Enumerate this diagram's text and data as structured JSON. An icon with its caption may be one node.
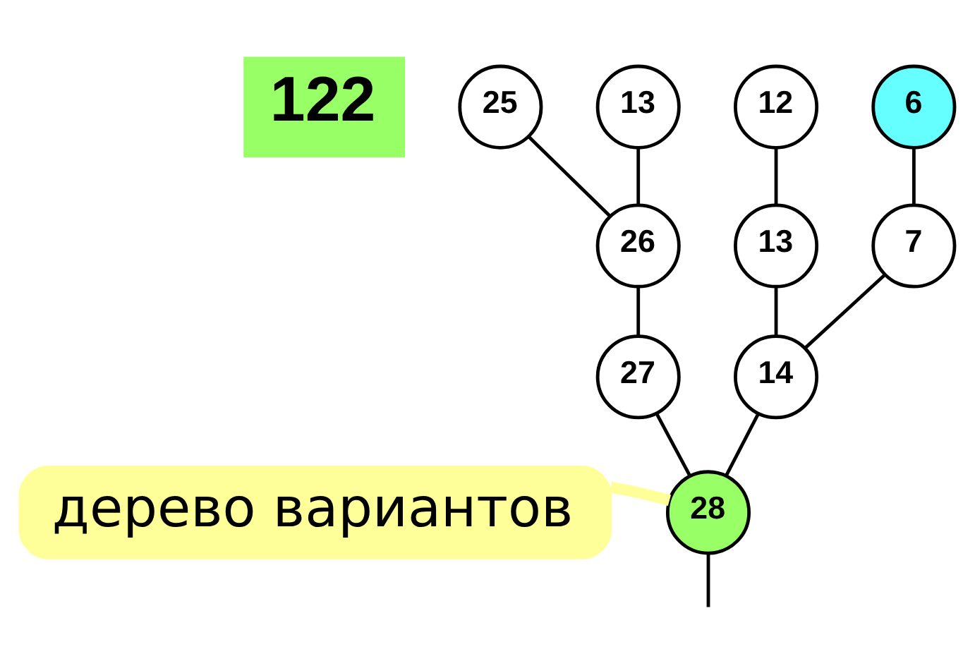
{
  "diagram": {
    "nodes": [
      {
        "text": [
          "122"
        ]
      },
      {
        "text": [
          "25"
        ]
      },
      {
        "text": [
          "13"
        ]
      },
      {
        "text": [
          "12"
        ]
      },
      {
        "text": [
          "6"
        ]
      },
      {
        "text": [
          "26"
        ]
      },
      {
        "text": [
          "13"
        ]
      },
      {
        "text": [
          "7"
        ]
      },
      {
        "text": [
          "27"
        ]
      },
      {
        "text": [
          "14"
        ]
      },
      {
        "text": [
          "28"
        ]
      },
      {
        "text": [
          "дерево вариантов"
        ]
      }
    ],
    "edges": [
      {
        "from": 1,
        "to": 5,
        "arrow": "none"
      },
      {
        "from": 2,
        "to": 5,
        "arrow": "none"
      },
      {
        "from": 3,
        "to": 6,
        "arrow": "none"
      },
      {
        "from": 4,
        "to": 7,
        "arrow": "none"
      },
      {
        "from": 5,
        "to": 8,
        "arrow": "none"
      },
      {
        "from": 6,
        "to": 9,
        "arrow": "none"
      },
      {
        "from": 7,
        "to": 9,
        "arrow": "none"
      },
      {
        "from": 8,
        "to": 10,
        "arrow": "none"
      },
      {
        "from": 9,
        "to": 10,
        "arrow": "none"
      },
      {
        "from": 10,
        "to": null,
        "arrow": "none"
      },
      {
        "from": 11,
        "to": 10,
        "arrow": "none",
        "style": "thick",
        "color": "#ffff99"
      }
    ]
  }
}
